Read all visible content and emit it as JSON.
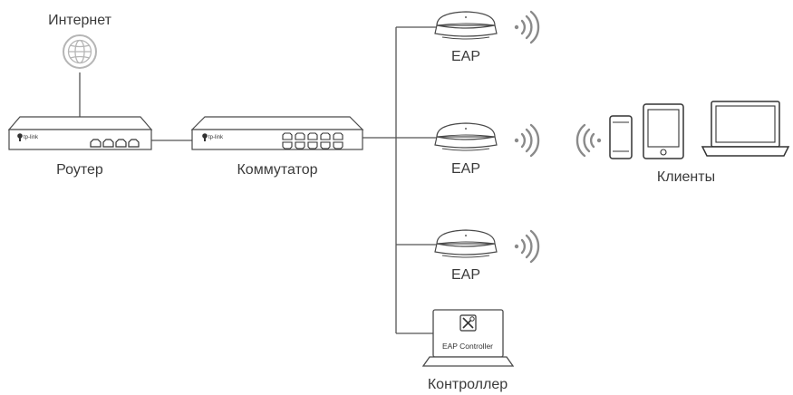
{
  "labels": {
    "internet": "Интернет",
    "router": "Роутер",
    "switch": "Коммутатор",
    "eap": "EAP",
    "clients": "Клиенты",
    "controller": "Контроллер",
    "controller_screen": "EAP Controller",
    "brand": "tp-link"
  },
  "colors": {
    "line": "#555555",
    "device_outline": "#4a4a4a",
    "device_fill": "#ffffff",
    "globe": "#b5b5b5",
    "signal": "#8a8a8a"
  },
  "icons": {
    "internet": "globe-icon",
    "wifi": "wifi-signal-icon",
    "controller": "tools-icon"
  }
}
